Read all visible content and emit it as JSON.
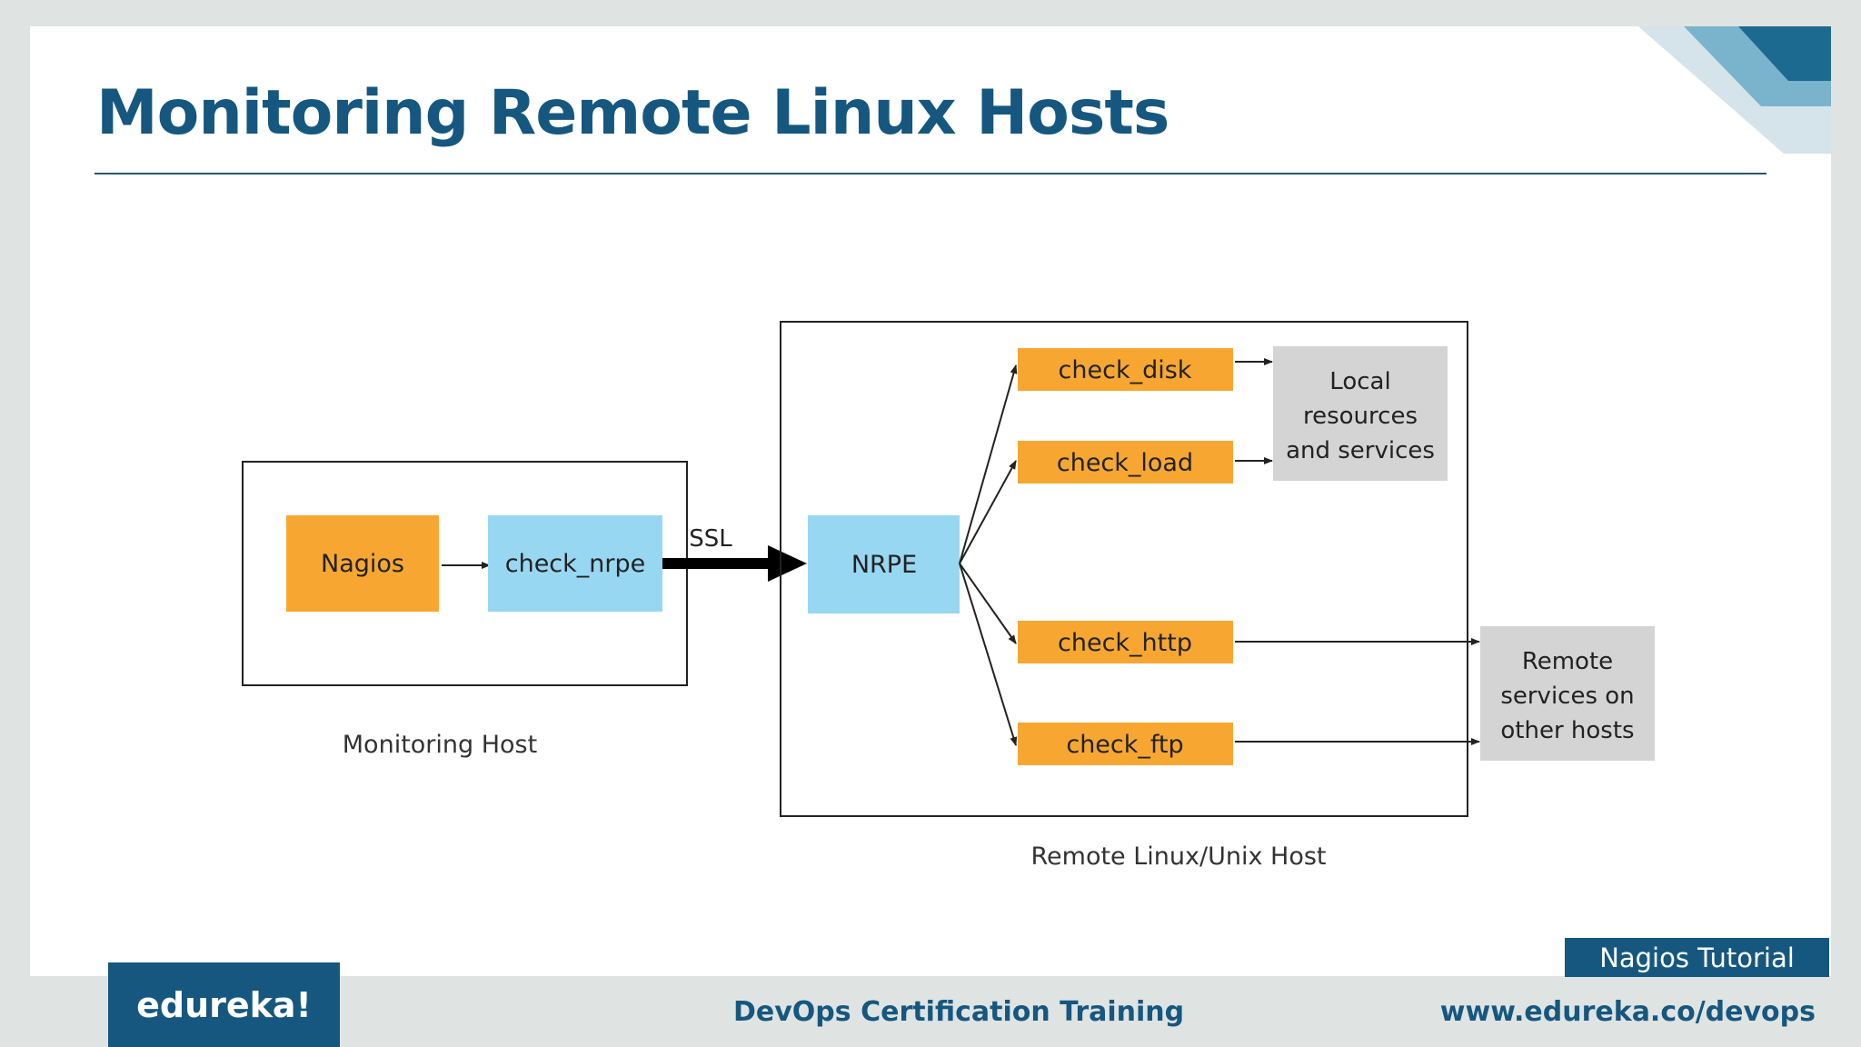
{
  "slide": {
    "title": "Monitoring Remote Linux Hosts"
  },
  "diagram": {
    "monitoring_host": {
      "label": "Monitoring Host",
      "nagios": "Nagios",
      "check_nrpe": "check_nrpe"
    },
    "connection_label": "SSL",
    "remote_host": {
      "label": "Remote Linux/Unix Host",
      "nrpe": "NRPE",
      "checks": [
        "check_disk",
        "check_load",
        "check_http",
        "check_ftp"
      ]
    },
    "local_resources": [
      "Local",
      "resources",
      "and services"
    ],
    "remote_services": [
      "Remote",
      "services on",
      "other hosts"
    ],
    "colors": {
      "orange": "#f7a731",
      "blue": "#98d7f1",
      "gray": "#d4d4d4",
      "title_blue": "#16577f"
    }
  },
  "footer": {
    "logo": "edureka!",
    "course": "DevOps Certification Training",
    "url": "www.edureka.co/devops",
    "topic": "Nagios Tutorial"
  }
}
